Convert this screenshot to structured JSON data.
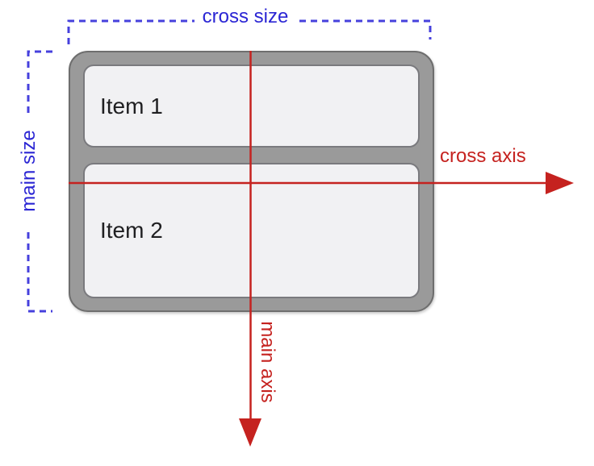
{
  "diagram": {
    "container": {
      "items": [
        {
          "label": "Item 1"
        },
        {
          "label": "Item 2"
        }
      ]
    },
    "annotations": {
      "cross_size": "cross size",
      "main_size": "main size",
      "cross_axis": "cross axis",
      "main_axis": "main axis"
    },
    "colors": {
      "size_label_blue": "#2b26d4",
      "size_dash_blue": "#4640dd",
      "axis_red": "#c5221f",
      "container_fill": "#9a9a9a",
      "container_border": "#6e6e6e",
      "item_fill": "#f1f1f3",
      "item_border": "#7a7a7e",
      "item_text": "#1f1f21"
    }
  }
}
